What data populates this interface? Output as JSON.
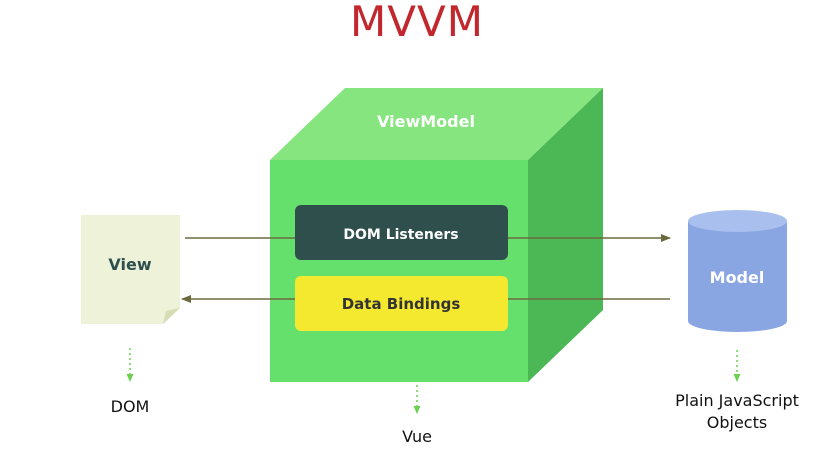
{
  "title": "MVVM",
  "viewmodel": {
    "label": "ViewModel",
    "listeners_label": "DOM Listeners",
    "bindings_label": "Data Bindings",
    "below_label": "Vue"
  },
  "view": {
    "label": "View",
    "below_label": "DOM"
  },
  "model": {
    "label": "Model",
    "below_label_line1": "Plain JavaScript",
    "below_label_line2": "Objects"
  },
  "colors": {
    "title": "#c1272d",
    "cube_front": "#65e06c",
    "cube_top": "#86e57f",
    "cube_side": "#4cb855",
    "listeners_box": "#2f4f4c",
    "bindings_box": "#f5e92f",
    "view_doc": "#eef2d9",
    "model_cylinder": "#8aa6e2",
    "arrow": "#6b6a3e",
    "dotted": "#6ccf4f"
  }
}
